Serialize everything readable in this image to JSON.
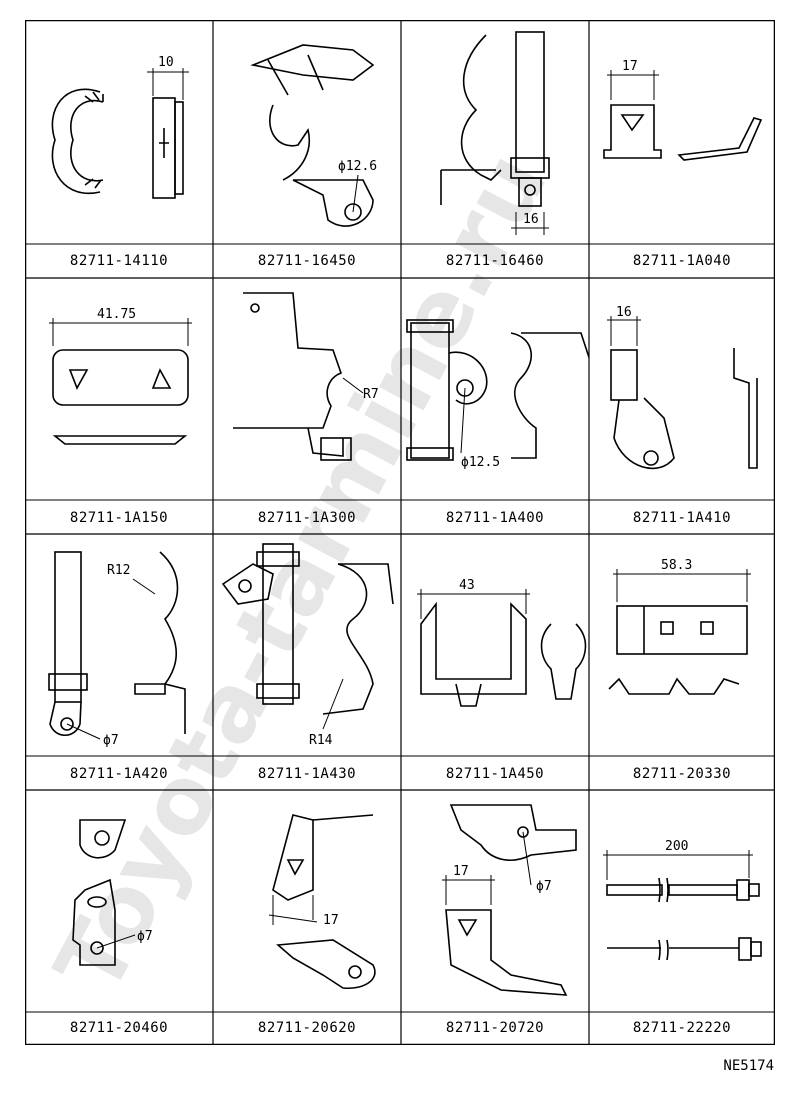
{
  "diagram": {
    "code": "NE5174",
    "watermark": "Toyota-tarmine.ru",
    "cells": [
      {
        "part": "82711-14110",
        "dims": [
          "10"
        ]
      },
      {
        "part": "82711-16450",
        "dims": [
          "ϕ12.6"
        ]
      },
      {
        "part": "82711-16460",
        "dims": [
          "16"
        ]
      },
      {
        "part": "82711-1A040",
        "dims": [
          "17"
        ]
      },
      {
        "part": "82711-1A150",
        "dims": [
          "41.75"
        ]
      },
      {
        "part": "82711-1A300",
        "dims": [
          "R7"
        ]
      },
      {
        "part": "82711-1A400",
        "dims": [
          "ϕ12.5"
        ]
      },
      {
        "part": "82711-1A410",
        "dims": [
          "16"
        ]
      },
      {
        "part": "82711-1A420",
        "dims": [
          "R12",
          "ϕ7"
        ]
      },
      {
        "part": "82711-1A430",
        "dims": [
          "R14"
        ]
      },
      {
        "part": "82711-1A450",
        "dims": [
          "43"
        ]
      },
      {
        "part": "82711-20330",
        "dims": [
          "58.3"
        ]
      },
      {
        "part": "82711-20460",
        "dims": [
          "ϕ7"
        ]
      },
      {
        "part": "82711-20620",
        "dims": [
          "17"
        ]
      },
      {
        "part": "82711-20720",
        "dims": [
          "17",
          "ϕ7"
        ]
      },
      {
        "part": "82711-22220",
        "dims": [
          "200"
        ]
      }
    ]
  }
}
